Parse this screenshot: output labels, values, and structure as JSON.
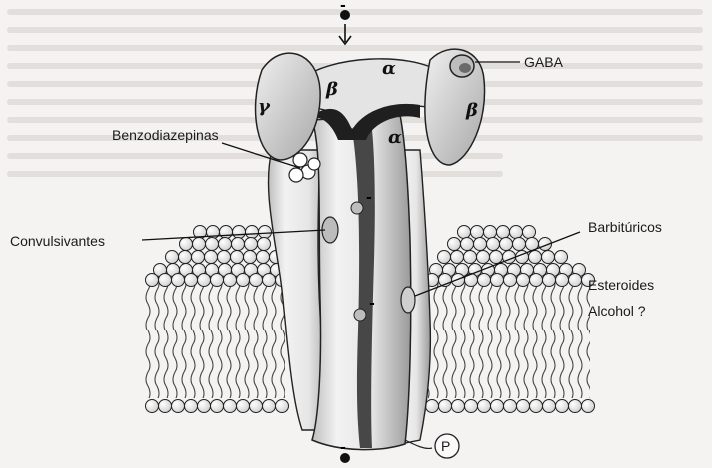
{
  "labels": {
    "gaba": "GABA",
    "benzodiazepinas": "Benzodiazepinas",
    "convulsivantes": "Convulsivantes",
    "barbituricos": "Barbitúricos",
    "esteroides": "Esteroides",
    "alcohol": "Alcohol ?",
    "phosphate": "P"
  },
  "subunits": {
    "gamma": "γ",
    "beta_left": "β",
    "alpha_top": "α",
    "alpha_center": "α",
    "beta_right": "β"
  },
  "charges": {
    "top": "-",
    "pore_upper": "-",
    "pore_lower": "-",
    "bottom": "-"
  },
  "colors": {
    "background": "#f4f3f1",
    "membrane_lipid": "#555555",
    "receptor_fill": "#dcdcdc",
    "pore_shadow": "#2a2a2a"
  }
}
